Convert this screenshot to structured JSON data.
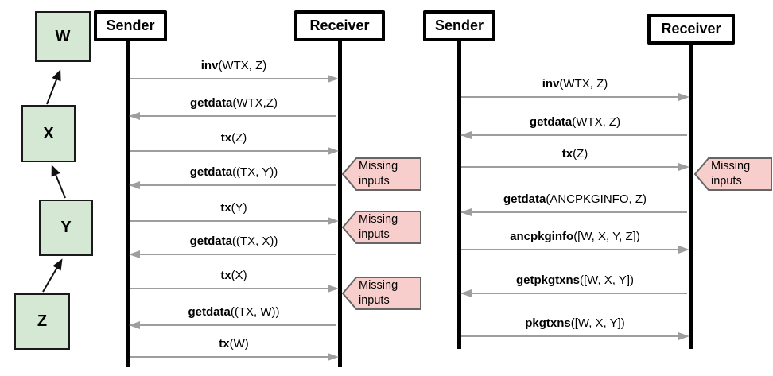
{
  "chain": {
    "nodes": [
      {
        "label": "W"
      },
      {
        "label": "X"
      },
      {
        "label": "Y"
      },
      {
        "label": "Z"
      }
    ]
  },
  "left_diagram": {
    "actors": {
      "sender": "Sender",
      "receiver": "Receiver"
    },
    "messages": [
      {
        "name": "inv",
        "args": "(WTX, Z)",
        "direction": "right"
      },
      {
        "name": "getdata",
        "args": "(WTX,Z)",
        "direction": "left"
      },
      {
        "name": "tx",
        "args": "(Z)",
        "direction": "right"
      },
      {
        "name": "getdata",
        "args": "((TX, Y))",
        "direction": "left"
      },
      {
        "name": "tx",
        "args": "(Y)",
        "direction": "right"
      },
      {
        "name": "getdata",
        "args": "((TX, X))",
        "direction": "left"
      },
      {
        "name": "tx",
        "args": "(X)",
        "direction": "right"
      },
      {
        "name": "getdata",
        "args": "((TX, W))",
        "direction": "left"
      },
      {
        "name": "tx",
        "args": "(W)",
        "direction": "right"
      }
    ],
    "callouts": [
      {
        "label": "Missing inputs"
      },
      {
        "label": "Missing inputs"
      },
      {
        "label": "Missing inputs"
      }
    ]
  },
  "right_diagram": {
    "actors": {
      "sender": "Sender",
      "receiver": "Receiver"
    },
    "messages": [
      {
        "name": "inv",
        "args": "(WTX, Z)",
        "direction": "right"
      },
      {
        "name": "getdata",
        "args": "(WTX, Z)",
        "direction": "left"
      },
      {
        "name": "tx",
        "args": "(Z)",
        "direction": "right"
      },
      {
        "name": "getdata",
        "args": "(ANCPKGINFO, Z)",
        "direction": "left"
      },
      {
        "name": "ancpkginfo",
        "args": "([W, X, Y, Z])",
        "direction": "right"
      },
      {
        "name": "getpkgtxns",
        "args": "([W, X, Y])",
        "direction": "left"
      },
      {
        "name": "pkgtxns",
        "args": "([W, X, Y])",
        "direction": "right"
      }
    ],
    "callouts": [
      {
        "label": "Missing inputs"
      }
    ]
  },
  "colors": {
    "background": "#ffffff",
    "node_fill": "#d5e8d4",
    "node_border": "#1a1a1a",
    "actor_border": "#000000",
    "lifeline_color": "#000000",
    "arrow_color": "#9e9e9e",
    "callout_fill": "#f8cecc",
    "callout_border": "#666666",
    "text_color": "#000000"
  }
}
